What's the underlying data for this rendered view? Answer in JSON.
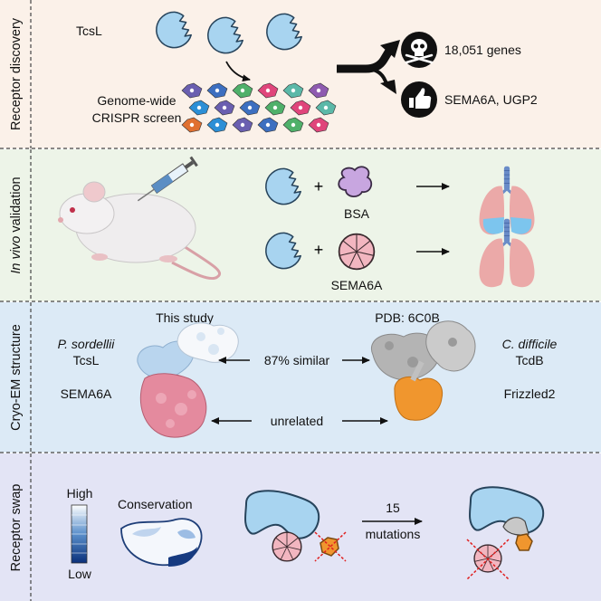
{
  "panels": {
    "discovery": {
      "side_label": "Receptor discovery",
      "bg": "#FBF1E9",
      "toxin": "TcsL",
      "screen": [
        "Genome-wide",
        "CRISPR screen"
      ],
      "results": [
        {
          "icon": "skull-icon",
          "text": "18,051 genes"
        },
        {
          "icon": "thumbs-up-icon",
          "text": "SEMA6A, UGP2"
        }
      ]
    },
    "validation": {
      "side_label_italic": "In vivo",
      "side_label_rest": " validation",
      "bg": "#EDF4E8",
      "conditions": [
        "BSA",
        "SEMA6A"
      ],
      "plus": "+"
    },
    "structure": {
      "side_label": "Cryo-EM structure",
      "bg": "#DCEAF6",
      "left_header": "This study",
      "right_header": "PDB: 6C0B",
      "left_species": "P. sordellii",
      "left_toxin": "TcsL",
      "right_species": "C. difficile",
      "right_toxin": "TcdB",
      "left_receptor": "SEMA6A",
      "right_receptor": "Frizzled2",
      "similarity": "87% similar",
      "relation": "unrelated"
    },
    "swap": {
      "side_label": "Receptor swap",
      "bg": "#E3E4F5",
      "scale_high": "High",
      "scale_low": "Low",
      "conservation": "Conservation",
      "mutation_count": "15",
      "mutation_word": "mutations"
    }
  },
  "colors": {
    "toxin_fill": "#A8D4F0",
    "toxin_stroke": "#27445C",
    "bsa": "#C8A6E0",
    "sema6a": "#F2B6C0",
    "frizzled": "#F0962E",
    "lung_pink": "#EBA9A8",
    "lung_blue": "#7CC5EE",
    "x_red": "#E02020"
  }
}
